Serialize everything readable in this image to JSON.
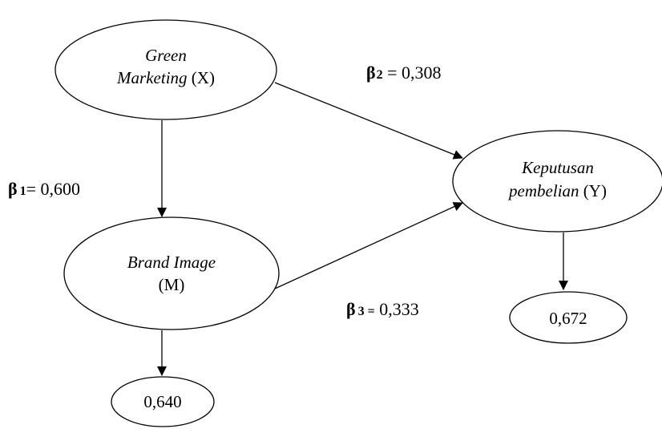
{
  "nodes": {
    "green_marketing": {
      "line1": "Green",
      "line2_italic": "Marketing",
      "line2_suffix": " (X)"
    },
    "brand_image": {
      "line1": "Brand Image",
      "line2": "(M)"
    },
    "keputusan": {
      "line1": "Keputusan",
      "line2_italic": "pembelian",
      "line2_suffix": " (Y)"
    },
    "r2_m": "0,640",
    "r2_y": "0,672"
  },
  "paths": {
    "b1": {
      "symbol": "β",
      "sub": "1",
      "eq": "= 0,600"
    },
    "b2": {
      "symbol": "β",
      "sub": "2",
      "eq": " = 0,308"
    },
    "b3": {
      "symbol": "β",
      "sub": "3 =",
      "eq": " 0,333"
    }
  }
}
